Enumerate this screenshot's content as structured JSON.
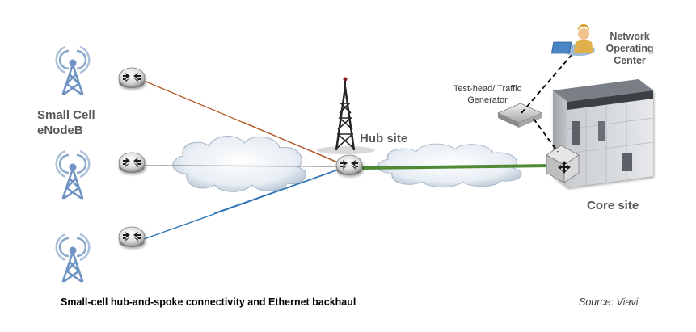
{
  "labels": {
    "small_cell_line1": "Small Cell",
    "small_cell_line2": "eNodeB",
    "hub_site": "Hub site",
    "test_head_line1": "Test-head/ Traffic",
    "test_head_line2": "Generator",
    "noc_line1": "Network",
    "noc_line2": "Operating",
    "noc_line3": "Center",
    "core_site": "Core site"
  },
  "caption": "Small-cell hub-and-spoke connectivity and Ethernet backhaul",
  "source": "Source: Viavi",
  "colors": {
    "link_top": "#b35a2a",
    "link_middle": "#7f7f7f",
    "link_bottom": "#2e75b6",
    "backhaul": "#4e8a35",
    "label_gray": "#595959"
  },
  "icons": [
    "cell-tower-icon",
    "router-icon",
    "cloud-icon",
    "hub-tower-icon",
    "building-icon",
    "test-head-icon",
    "operator-icon"
  ]
}
